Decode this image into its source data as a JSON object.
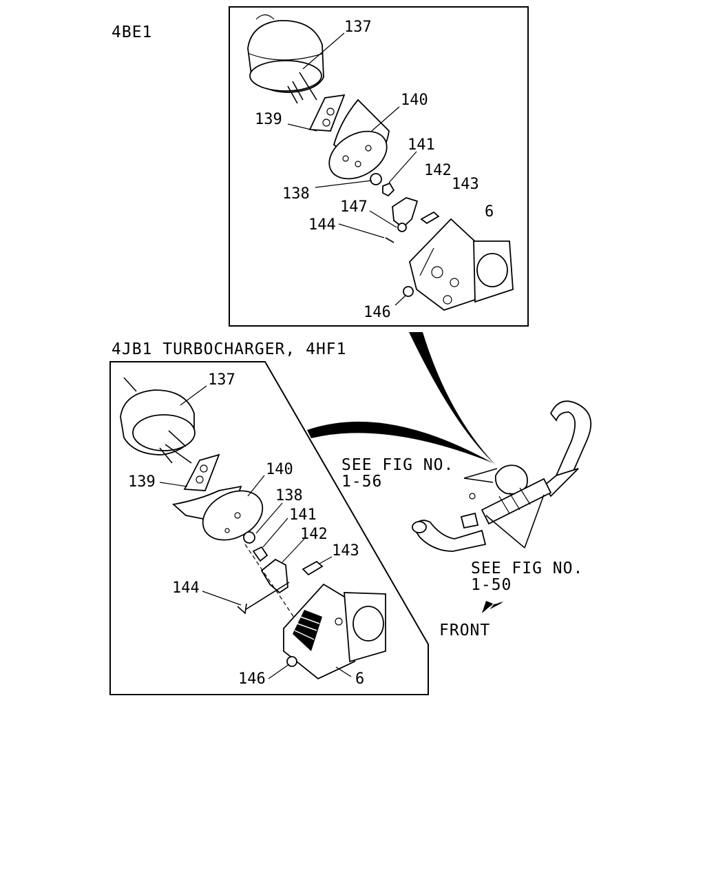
{
  "sections": {
    "top_title": "4BE1",
    "bottom_title": "4JB1 TURBOCHARGER, 4HF1"
  },
  "top_labels": {
    "p137": "137",
    "p140": "140",
    "p139": "139",
    "p141": "141",
    "p142": "142",
    "p143": "143",
    "p138": "138",
    "p147": "147",
    "p6": "6",
    "p144": "144",
    "p146": "146"
  },
  "bottom_labels": {
    "p137": "137",
    "p139": "139",
    "p140": "140",
    "p138": "138",
    "p141": "141",
    "p142": "142",
    "p143": "143",
    "p144": "144",
    "p146": "146",
    "p6": "6"
  },
  "references": {
    "ref1_line1": "SEE FIG NO.",
    "ref1_line2": "1-56",
    "ref2_line1": "SEE FIG NO.",
    "ref2_line2": "1-50"
  },
  "direction": {
    "front_label": "FRONT",
    "icon": "arrow-down-left-icon"
  }
}
